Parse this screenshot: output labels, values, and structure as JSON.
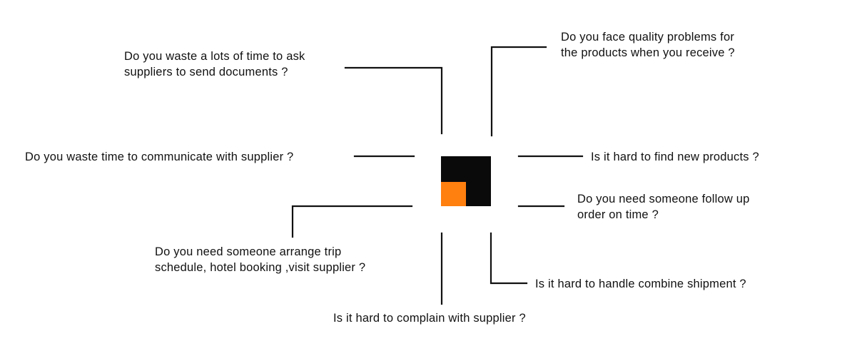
{
  "colors": {
    "line": "#111111",
    "box_dark": "#0a0a0a",
    "box_accent": "#ff7f0f",
    "background": "#ffffff"
  },
  "questions": {
    "documents": [
      "Do  you waste a lots of time to ask",
      "suppliers to send documents ?"
    ],
    "quality": [
      "Do  you face quality problems for",
      "the products when you receive ?"
    ],
    "communicate": [
      "Do you waste time to communicate with supplier ?"
    ],
    "new_products": [
      "Is it hard to find new products ?"
    ],
    "follow_up": [
      "Do you need someone follow up",
      "order on time ?"
    ],
    "trip": [
      "Do you need someone arrange trip",
      "schedule, hotel booking ,visit supplier ?"
    ],
    "shipment": [
      "Is it hard to handle combine shipment ?"
    ],
    "complain": [
      "Is it hard to complain with supplier ?"
    ]
  }
}
